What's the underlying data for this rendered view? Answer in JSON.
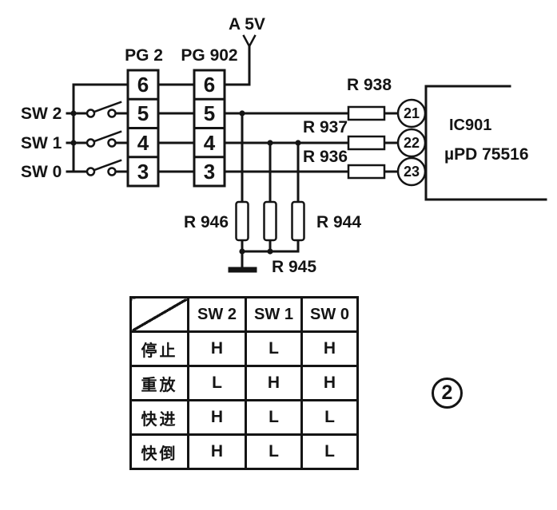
{
  "ink": "#141414",
  "schematic": {
    "supply_label": "A 5V",
    "pg2_label": "PG 2",
    "pg902_label": "PG 902",
    "pin_numbers": [
      "6",
      "5",
      "4",
      "3"
    ],
    "switch_labels": [
      "SW 2",
      "SW 1",
      "SW 0"
    ],
    "series_resistors": [
      {
        "label": "R 938",
        "pin": "21"
      },
      {
        "label": "R 937",
        "pin": "22"
      },
      {
        "label": "R 936",
        "pin": "23"
      }
    ],
    "pulldown_resistors": [
      "R 946",
      "R 945",
      "R 944"
    ],
    "ic": {
      "designator": "IC901",
      "part": "µPD 75516"
    }
  },
  "truth_table": {
    "col_headers": [
      "SW 2",
      "SW 1",
      "SW 0"
    ],
    "rows": [
      {
        "label": "停止",
        "values": [
          "H",
          "L",
          "H"
        ]
      },
      {
        "label": "重放",
        "values": [
          "L",
          "H",
          "H"
        ]
      },
      {
        "label": "快进",
        "values": [
          "H",
          "L",
          "L"
        ]
      },
      {
        "label": "快倒",
        "values": [
          "H",
          "L",
          "L"
        ]
      }
    ]
  },
  "figure_badge": "2"
}
